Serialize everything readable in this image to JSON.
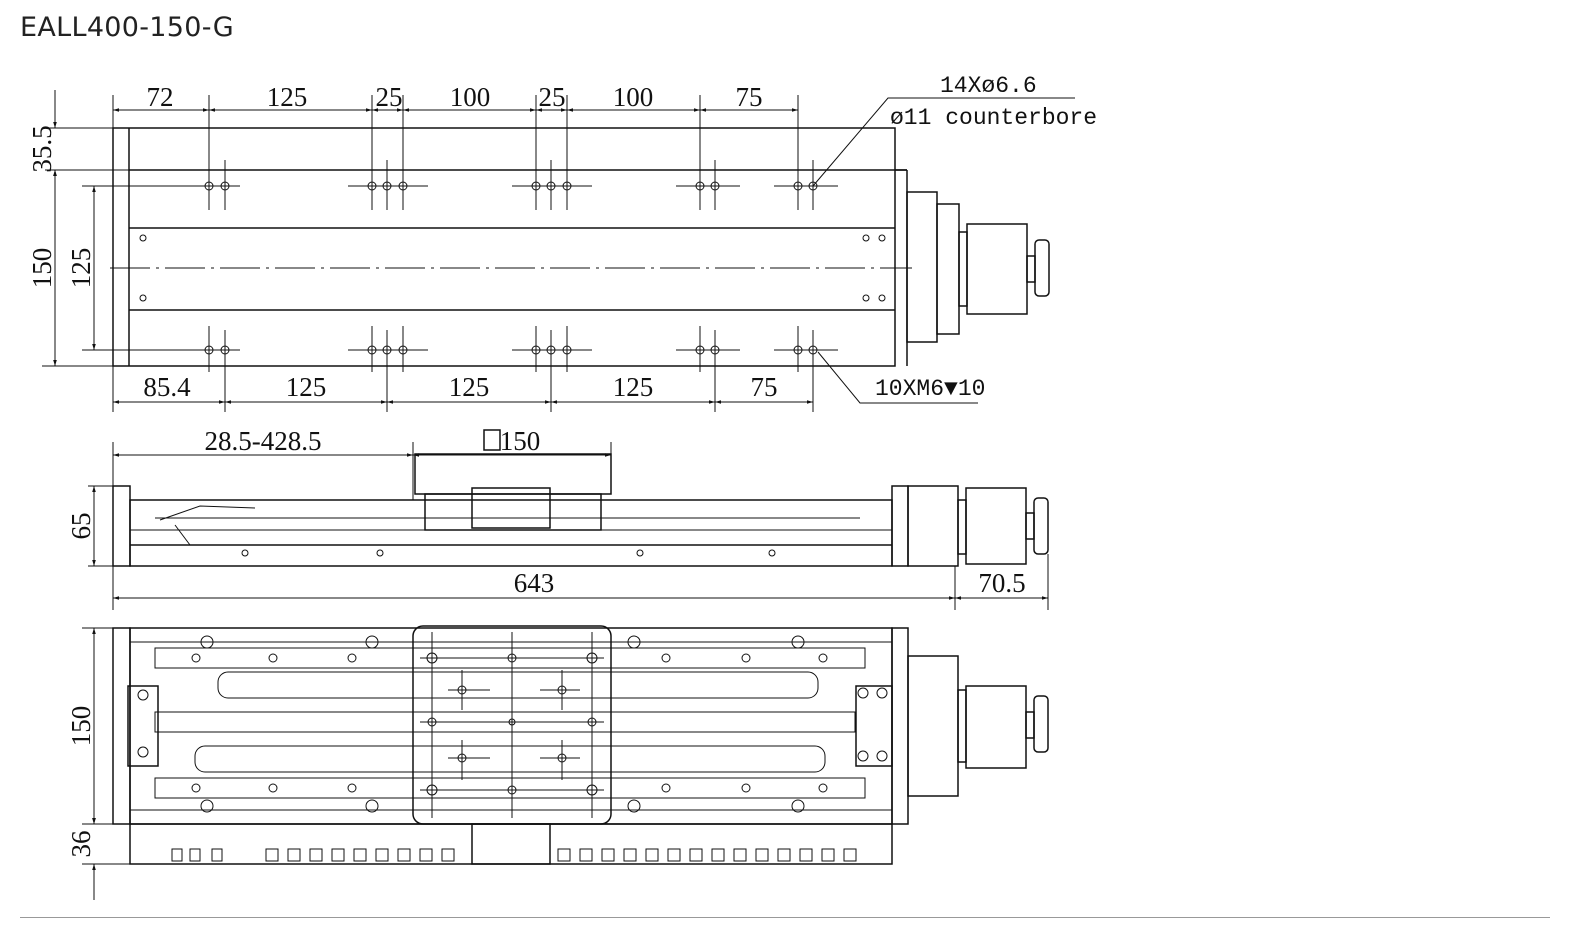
{
  "title": "EALL400-150-G",
  "top_view": {
    "top_dims": [
      "72",
      "125",
      "25",
      "100",
      "25",
      "100",
      "75"
    ],
    "bottom_dims": [
      "85.4",
      "125",
      "125",
      "125",
      "75"
    ],
    "left_dims": [
      "35.5",
      "150",
      "125"
    ],
    "note_counterbore_1": "14Xø6.6",
    "note_counterbore_2": "ø11 counterbore",
    "note_thread": "10XM6",
    "note_thread_depth": "10"
  },
  "side_view": {
    "stroke_dim": "28.5-428.5",
    "carriage_dim": "150",
    "height_dim": "65",
    "length_dim": "643",
    "motor_dim": "70.5"
  },
  "bottom_view": {
    "width_dim": "150",
    "chain_dim": "36"
  },
  "colors": {
    "line": "#111111",
    "title": "#222222"
  }
}
